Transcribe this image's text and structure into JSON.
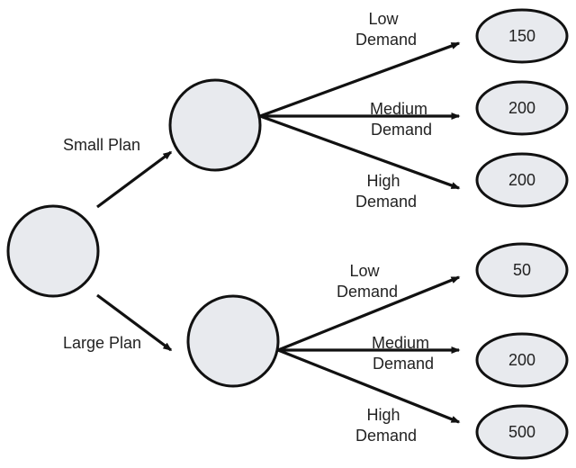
{
  "diagram": {
    "branches": [
      {
        "plan_label": "Small Plan",
        "outcomes": [
          {
            "label_line1": "Low",
            "label_line2": "Demand",
            "payoff": "150"
          },
          {
            "label_line1": "Medium",
            "label_line2": "Demand",
            "payoff": "200"
          },
          {
            "label_line1": "High",
            "label_line2": "Demand",
            "payoff": "200"
          }
        ]
      },
      {
        "plan_label": "Large Plan",
        "outcomes": [
          {
            "label_line1": "Low",
            "label_line2": "Demand",
            "payoff": "50"
          },
          {
            "label_line1": "Medium",
            "label_line2": "Demand",
            "payoff": "200"
          },
          {
            "label_line1": "High",
            "label_line2": "Demand",
            "payoff": "500"
          }
        ]
      }
    ],
    "colors": {
      "node_fill": "#e8eaee",
      "stroke": "#111111",
      "text": "#222222"
    }
  }
}
